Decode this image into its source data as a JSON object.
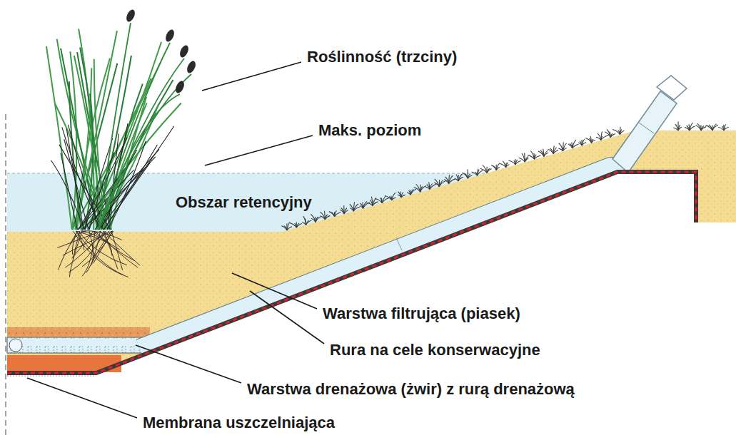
{
  "diagram": {
    "labels": [
      "Roślinność (trzciny)",
      "Maks. poziom",
      "Obszar retencyjny",
      "Warstwa filtrująca (piasek)",
      "Rura na cele konserwacyjne",
      "Warstwa drenażowa (żwir) z rurą drenażową",
      "Membrana uszczelniająca"
    ]
  }
}
